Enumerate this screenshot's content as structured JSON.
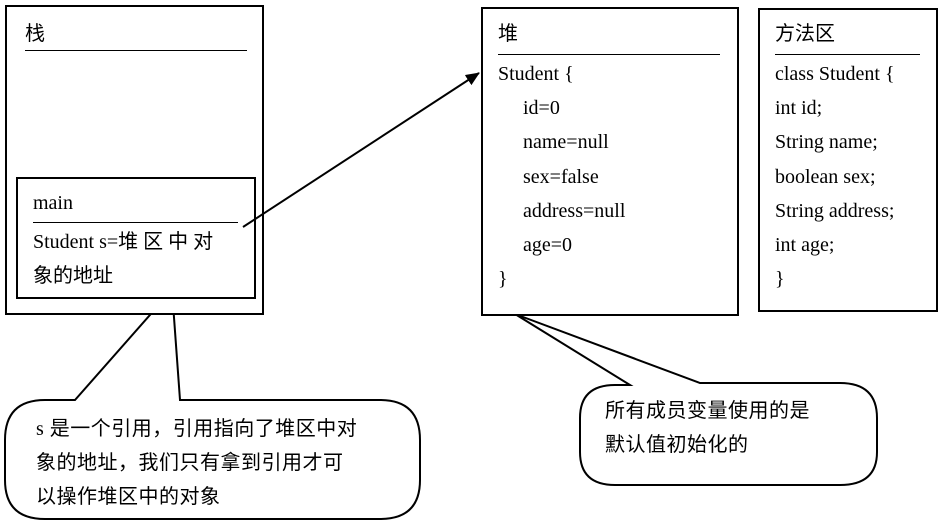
{
  "stack": {
    "title": "栈",
    "main_frame": {
      "title": "main",
      "line1": "Student s=堆 区 中 对",
      "line2": "象的地址"
    }
  },
  "heap": {
    "title": "堆",
    "lines": [
      "Student {",
      "id=0",
      "name=null",
      "sex=false",
      "address=null",
      "age=0",
      "}"
    ]
  },
  "method_area": {
    "title": "方法区",
    "lines": [
      "class Student {",
      "int id;",
      "String name;",
      "boolean sex;",
      "String address;",
      "int age;",
      "}"
    ]
  },
  "callouts": {
    "reference": {
      "line1": "s 是一个引用，引用指向了堆区中对",
      "line2": "象的地址，我们只有拿到引用才可",
      "line3": "以操作堆区中的对象"
    },
    "defaults": {
      "line1": "所有成员变量使用的是",
      "line2": "默认值初始化的"
    }
  }
}
